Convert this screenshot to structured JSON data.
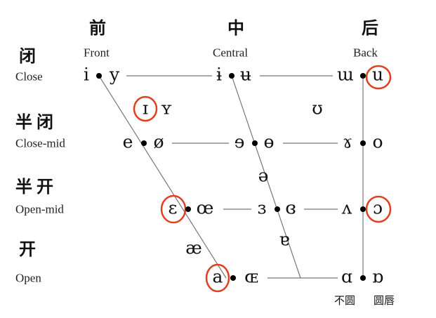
{
  "columns": {
    "front": {
      "zh": "前",
      "en": "Front"
    },
    "central": {
      "zh": "中",
      "en": "Central"
    },
    "back": {
      "zh": "后",
      "en": "Back"
    }
  },
  "rows": {
    "close": {
      "zh": "闭",
      "en": "Close"
    },
    "close_mid": {
      "zh": "半闭",
      "en": "Close-mid"
    },
    "open_mid": {
      "zh": "半开",
      "en": "Open-mid"
    },
    "open": {
      "zh": "开",
      "en": "Open"
    }
  },
  "vowels": {
    "close": [
      "i",
      "y",
      "ɨ",
      "ʉ",
      "ɯ",
      "u"
    ],
    "near_close": [
      "ɪ",
      "ʏ",
      "ʊ"
    ],
    "close_mid": [
      "e",
      "ø",
      "ɘ",
      "ɵ",
      "ɤ",
      "o"
    ],
    "mid": [
      "ə"
    ],
    "open_mid": [
      "ɛ",
      "œ",
      "ɜ",
      "ɞ",
      "ʌ",
      "ɔ"
    ],
    "near_open": [
      "æ",
      "ɐ"
    ],
    "open": [
      "a",
      "ɶ",
      "ɑ",
      "ɒ"
    ]
  },
  "highlighted": [
    "u",
    "ɪ",
    "ɛ",
    "ɔ",
    "a"
  ],
  "rounding_legend": {
    "unrounded": "不圆",
    "rounded": "圆唇"
  },
  "highlight_color": "#e0401f"
}
